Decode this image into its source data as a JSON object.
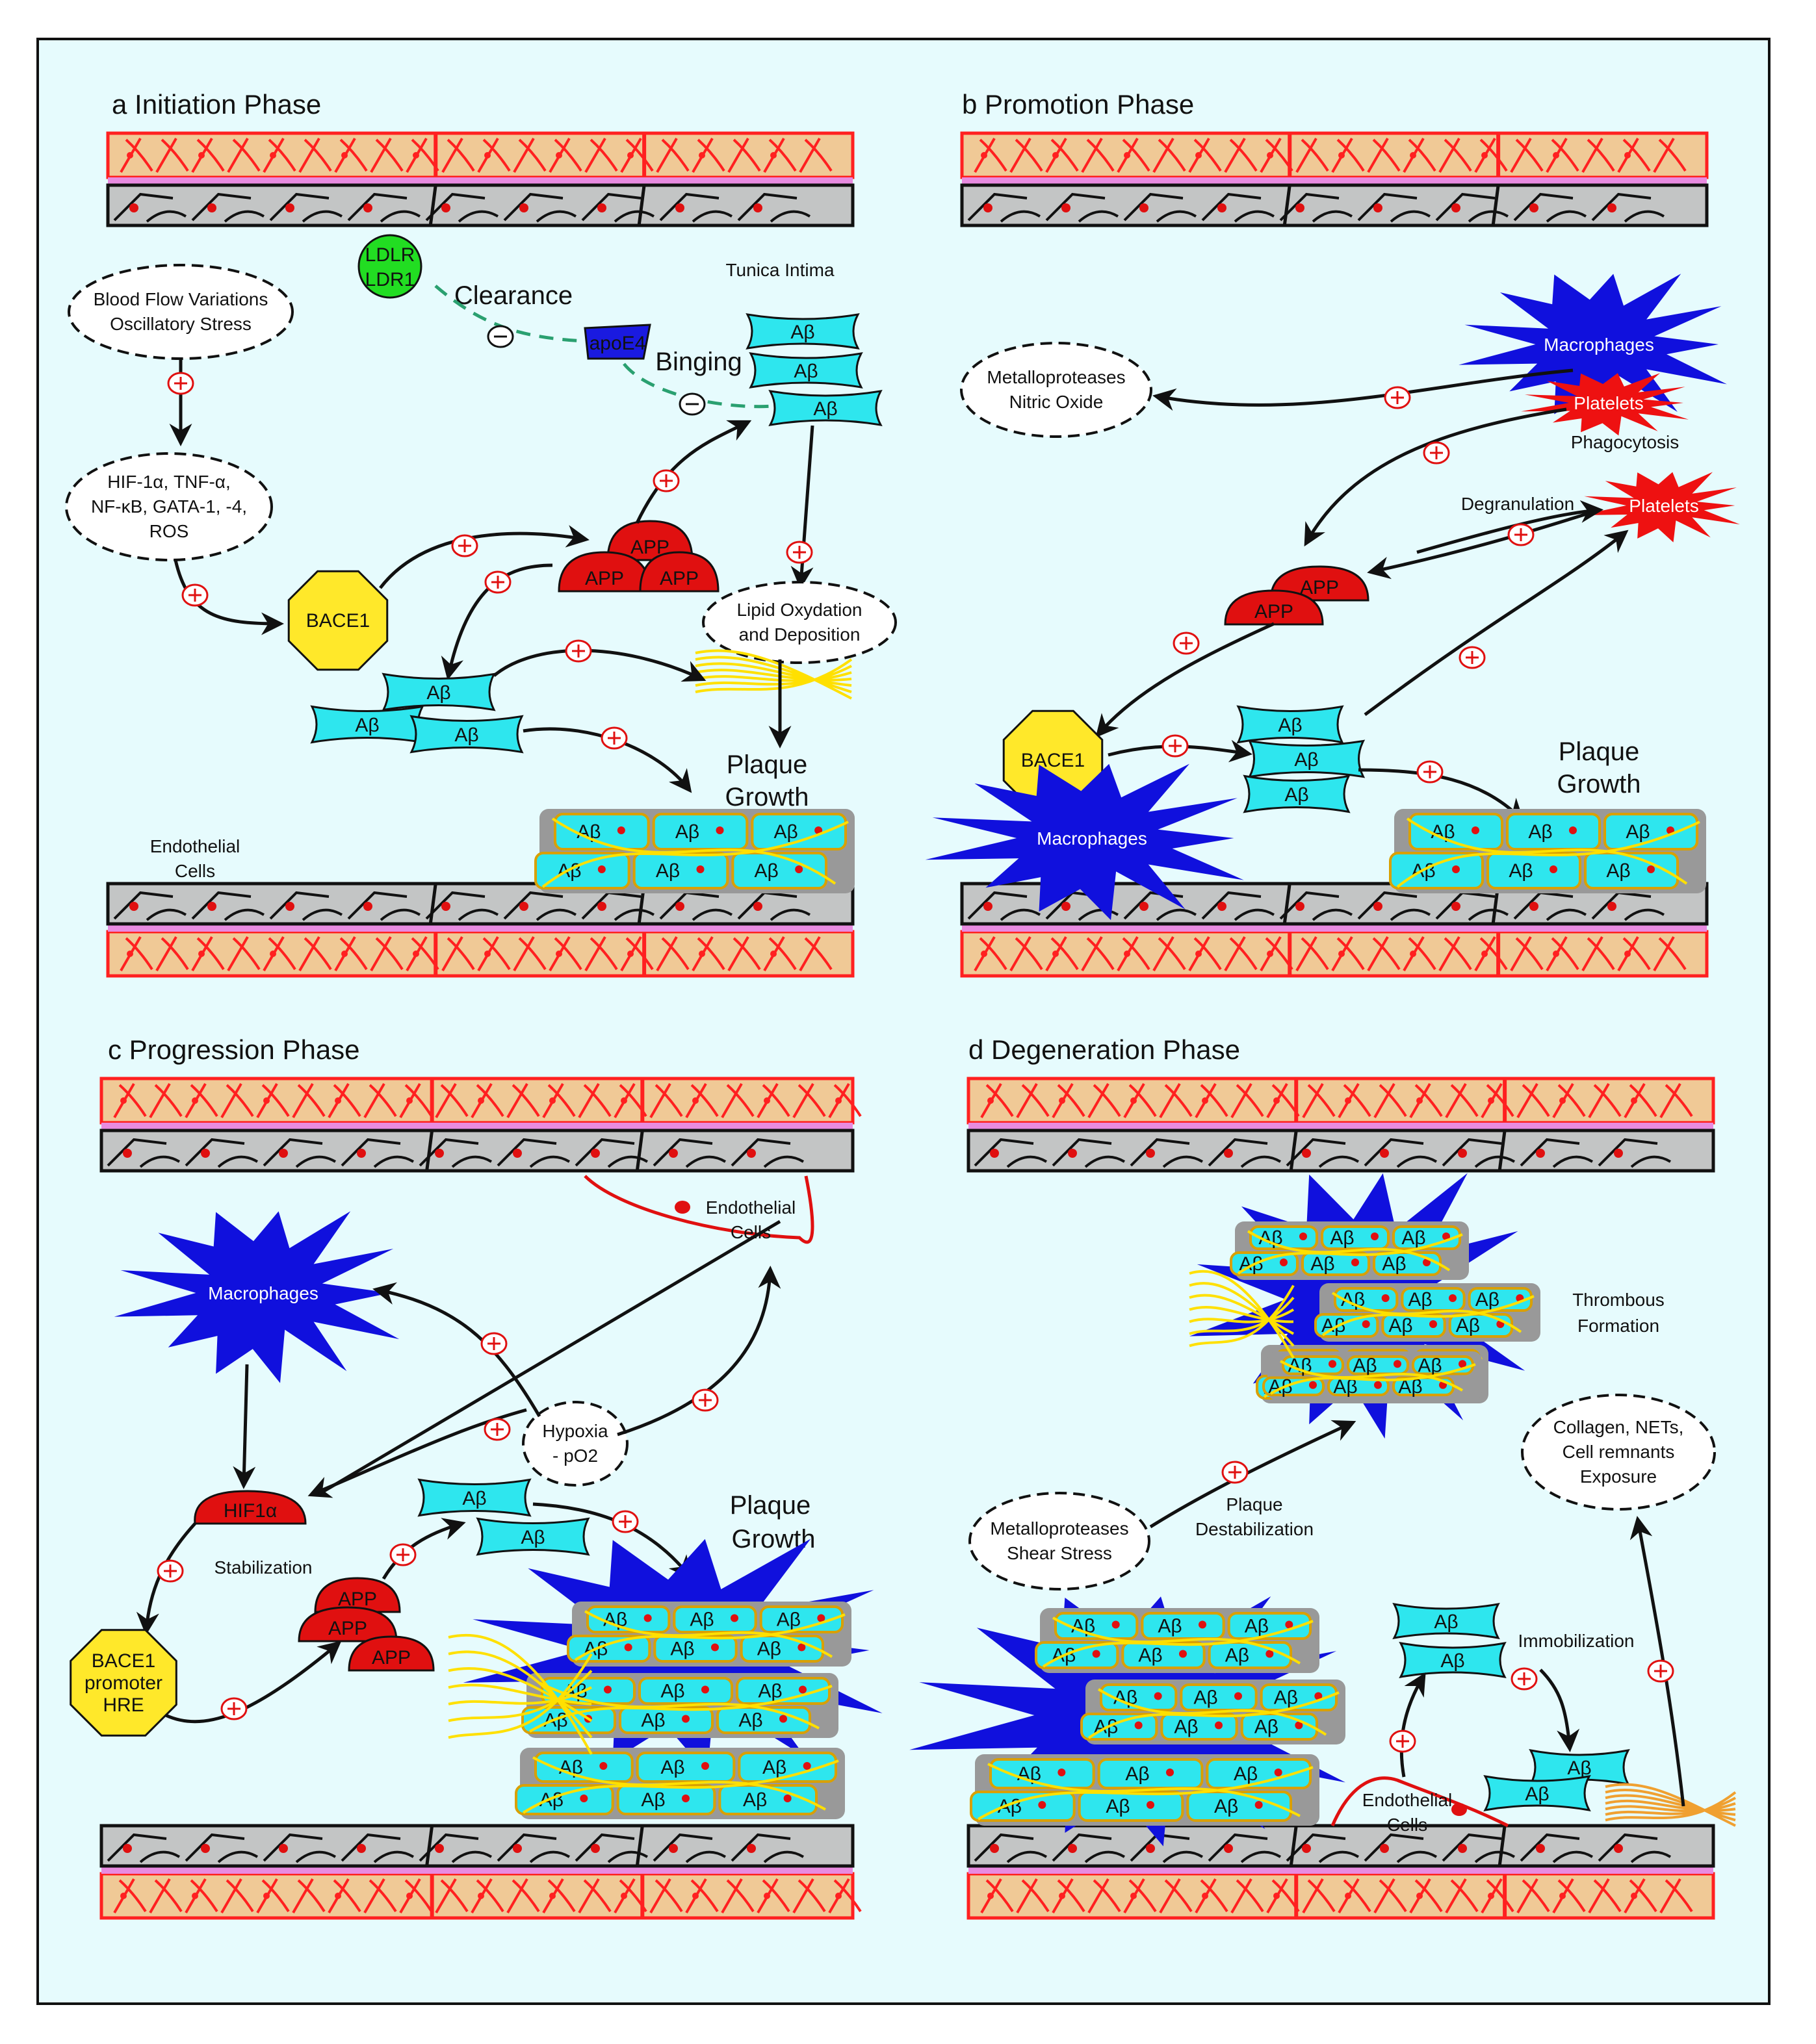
{
  "panels": {
    "a": {
      "title": "a Initiation Phase"
    },
    "b": {
      "title": "b Promotion Phase"
    },
    "c": {
      "title": "c Progression Phase"
    },
    "d": {
      "title": "d Degeneration Phase"
    }
  },
  "labels": {
    "ldlr": "LDLR",
    "ldr1": "LDR1",
    "clearance": "Clearance",
    "tunica_intima": "Tunica Intima",
    "blood_flow_1": "Blood Flow Variations",
    "blood_flow_2": "Oscillatory Stress",
    "apoe4": "apoE4",
    "binging": "Binging",
    "hif_1": "HIF-1α, TNF-α,",
    "hif_2": "NF-κB, GATA-1, -4,",
    "hif_3": "ROS",
    "bace1": "BACE1",
    "app": "APP",
    "abeta": "Aβ",
    "lipid_1": "Lipid Oxydation",
    "lipid_2": "and Deposition",
    "plaque_1": "Plaque",
    "plaque_2": "Growth",
    "endothelial_1": "Endothelial",
    "endothelial_2": "Cells",
    "macrophages": "Macrophages",
    "platelets": "Platelets",
    "metallo_1": "Metalloproteases",
    "metallo_2": "Nitric Oxide",
    "phagocytosis": "Phagocytosis",
    "degranulation": "Degranulation",
    "hypoxia_1": "Hypoxia",
    "hypoxia_2": "- pO2",
    "hif1a": "HIF1α",
    "stabilization": "Stabilization",
    "bace1_prom_1": "BACE1",
    "bace1_prom_2": "promoter",
    "bace1_prom_3": "HRE",
    "thrombous_1": "Thrombous",
    "thrombous_2": "Formation",
    "collagen_1": "Collagen, NETs,",
    "collagen_2": "Cell remnants",
    "collagen_3": "Exposure",
    "shear_1": "Metalloproteases",
    "shear_2": "Shear Stress",
    "destab_1": "Plaque",
    "destab_2": "Destabilization",
    "immobilization": "Immobilization",
    "plus": "+",
    "minus": "−"
  },
  "colors": {
    "background": "#e6fbfd",
    "media": "#f0c996",
    "media_lines": "#ff2020",
    "intima": "#c3c5c5",
    "membrane": "#e88be0",
    "abeta": "#2ee6ee",
    "app": "#e01010",
    "bace1": "#ffe82a",
    "ldlr": "#22dd22",
    "apoe4": "#1a1ae0",
    "macrophage": "#1010dd",
    "platelet": "#ee1111",
    "fibril": "#ffe000",
    "inhibit": "#2aa070"
  }
}
